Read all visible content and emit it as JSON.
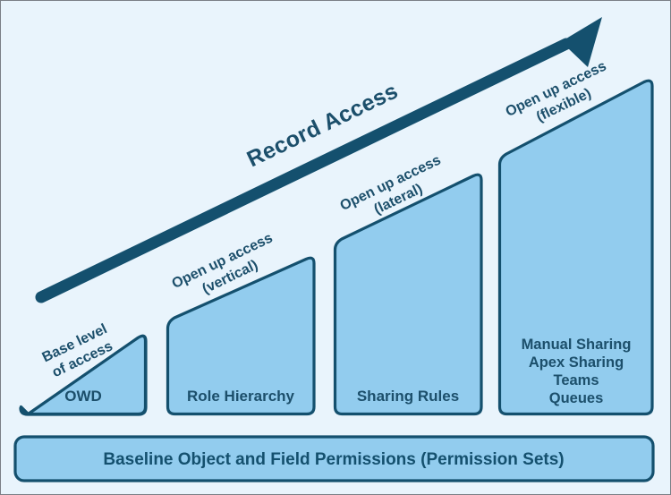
{
  "diagram": {
    "title": "Record Access",
    "type": "salesforce-record-access-pyramid",
    "background_color": "#e9f4fc",
    "shape_fill_color": "#92ccee",
    "stroke_color": "#14506e",
    "text_color": "#1c4f6b",
    "arrow": {
      "label": "Record Access",
      "direction": "up-right",
      "meaning": "increasing record access"
    },
    "levels": [
      {
        "id": "owd",
        "label": "OWD",
        "annotation_line1": "Base level",
        "annotation_line2": "of access",
        "extra_lines": []
      },
      {
        "id": "role-hierarchy",
        "label": "Role Hierarchy",
        "annotation_line1": "Open up access",
        "annotation_line2": "(vertical)",
        "extra_lines": []
      },
      {
        "id": "sharing-rules",
        "label": "Sharing Rules",
        "annotation_line1": "Open up access",
        "annotation_line2": "(lateral)",
        "extra_lines": []
      },
      {
        "id": "manual-and-other",
        "label": "",
        "annotation_line1": "Open up access",
        "annotation_line2": "(flexible)",
        "extra_lines": [
          "Manual Sharing",
          "Apex Sharing",
          "Teams",
          "Queues"
        ]
      }
    ],
    "baseline": {
      "label": "Baseline Object and Field Permissions (Permission Sets)"
    }
  }
}
